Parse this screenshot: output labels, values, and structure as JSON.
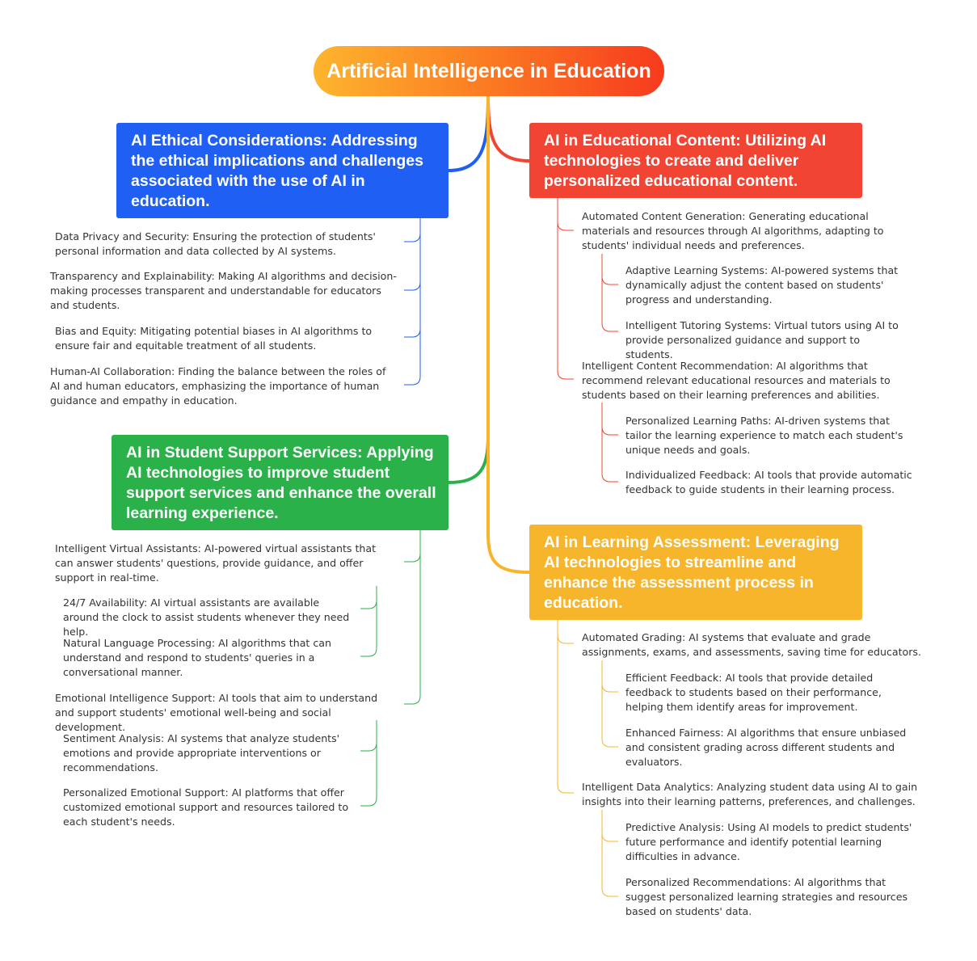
{
  "root": {
    "title": "Artificial Intelligence in Education"
  },
  "colors": {
    "blue": "#1f5ff3",
    "red": "#f24433",
    "green": "#2ab14a",
    "yellow": "#f7b52b"
  },
  "branches": {
    "ethical": {
      "title": "AI Ethical Considerations: Addressing the ethical implications and challenges associated with the use of AI in education.",
      "items": [
        "Data Privacy and Security: Ensuring the protection of students' personal information and data collected by AI systems.",
        "Transparency and Explainability: Making AI algorithms and decision-making processes transparent and understandable for educators and students.",
        "Bias and Equity: Mitigating potential biases in AI algorithms to ensure fair and equitable treatment of all students.",
        "Human-AI Collaboration: Finding the balance between the roles of AI and human educators, emphasizing the importance of human guidance and empathy in education."
      ]
    },
    "content": {
      "title": "AI in Educational Content: Utilizing AI technologies to create and deliver personalized educational content.",
      "items": [
        {
          "text": "Automated Content Generation: Generating educational materials and resources through AI algorithms, adapting to students' individual needs and preferences.",
          "children": [
            "Adaptive Learning Systems: AI-powered systems that dynamically adjust the content based on students' progress and understanding.",
            "Intelligent Tutoring Systems: Virtual tutors using AI to provide personalized guidance and support to students."
          ]
        },
        {
          "text": "Intelligent Content Recommendation: AI algorithms that recommend relevant educational resources and materials to students based on their learning preferences and abilities.",
          "children": [
            "Personalized Learning Paths: AI-driven systems that tailor the learning experience to match each student's unique needs and goals.",
            "Individualized Feedback: AI tools that provide automatic feedback to guide students in their learning process."
          ]
        }
      ]
    },
    "support": {
      "title": "AI in Student Support Services: Applying AI technologies to improve student support services and enhance the overall learning experience.",
      "items": [
        {
          "text": "Intelligent Virtual Assistants: AI-powered virtual assistants that can answer students' questions, provide guidance, and offer support in real-time.",
          "children": [
            "24/7 Availability: AI virtual assistants are available around the clock to assist students whenever they need help.",
            "Natural Language Processing: AI algorithms that can understand and respond to students' queries in a conversational manner."
          ]
        },
        {
          "text": "Emotional Intelligence Support: AI tools that aim to understand and support students' emotional well-being and social development.",
          "children": [
            "Sentiment Analysis: AI systems that analyze students' emotions and provide appropriate interventions or recommendations.",
            "Personalized Emotional Support: AI platforms that offer customized emotional support and resources tailored to each student's needs."
          ]
        }
      ]
    },
    "assessment": {
      "title": "AI in Learning Assessment: Leveraging AI technologies to streamline and enhance the assessment process in education.",
      "items": [
        {
          "text": "Automated Grading: AI systems that evaluate and grade assignments, exams, and assessments, saving time for educators.",
          "children": [
            "Efficient Feedback: AI tools that provide detailed feedback to students based on their performance, helping them identify areas for improvement.",
            "Enhanced Fairness: AI algorithms that ensure unbiased and consistent grading across different students and evaluators."
          ]
        },
        {
          "text": "Intelligent Data Analytics: Analyzing student data using AI to gain insights into their learning patterns, preferences, and challenges.",
          "children": [
            "Predictive Analysis: Using AI models to predict students' future performance and identify potential learning difficulties in advance.",
            "Personalized Recommendations: AI algorithms that suggest personalized learning strategies and resources based on students' data."
          ]
        }
      ]
    }
  }
}
